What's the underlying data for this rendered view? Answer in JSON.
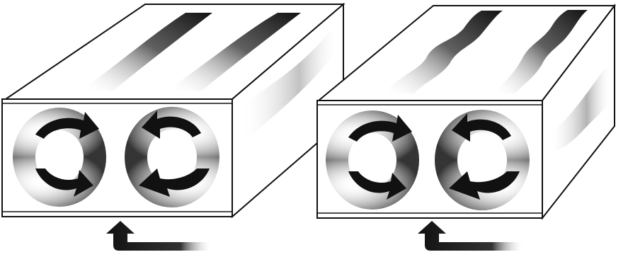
{
  "figure": {
    "panels": [
      {
        "id": "straight-rolls",
        "roll_shape": "straight",
        "roll_count": 2
      },
      {
        "id": "wavy-rolls",
        "roll_shape": "wavy",
        "roll_count": 2
      }
    ],
    "colors": {
      "outline": "#111111",
      "shade": "#3a3a3a",
      "background": "#ffffff"
    },
    "icons": [
      "circulation-arrow-icon",
      "heat-arrow-icon"
    ]
  }
}
